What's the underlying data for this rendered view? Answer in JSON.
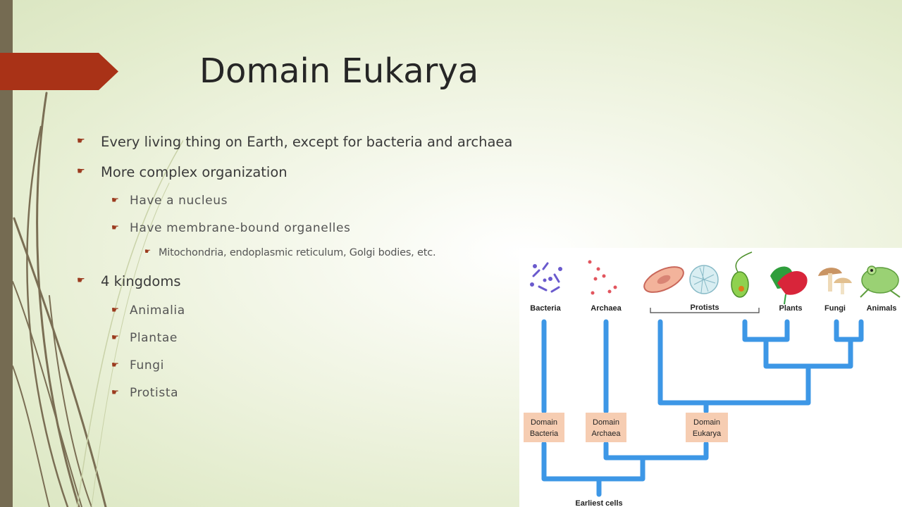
{
  "slide": {
    "title": "Domain Eukarya",
    "bullets": {
      "b1": "Every living thing on Earth, except for bacteria and archaea",
      "b2": "More complex organization",
      "b2_1": "Have a nucleus",
      "b2_2": "Have membrane-bound organelles",
      "b2_2_1": "Mitochondria, endoplasmic reticulum, Golgi bodies, etc.",
      "b3": "4 kingdoms",
      "b3_1": "Animalia",
      "b3_2": "Plantae",
      "b3_3": "Fungi",
      "b3_4": "Protista"
    },
    "bullet_icon": "right-pointing-hand-icon"
  },
  "diagram": {
    "organisms": {
      "bacteria": "Bacteria",
      "archaea": "Archaea",
      "protists": "Protists",
      "plants": "Plants",
      "fungi": "Fungi",
      "animals": "Animals"
    },
    "domains": {
      "bacteria_line1": "Domain",
      "bacteria_line2": "Bacteria",
      "archaea_line1": "Domain",
      "archaea_line2": "Archaea",
      "eukarya_line1": "Domain",
      "eukarya_line2": "Eukarya"
    },
    "root": "Earliest cells",
    "colors": {
      "branch": "#3d97e6",
      "domain_box": "#f6cdb2"
    }
  },
  "colors": {
    "accent": "#a93217",
    "left_bar": "#756b52",
    "title_text": "#262626"
  }
}
